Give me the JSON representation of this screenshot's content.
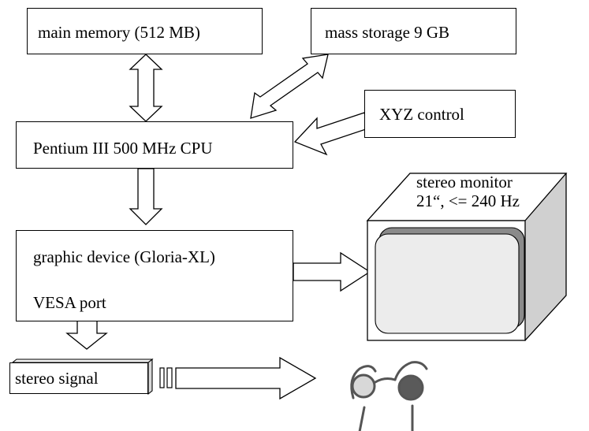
{
  "boxes": {
    "main_memory": "main memory (512 MB)",
    "mass_storage": "mass storage  9 GB",
    "xyz_control": "XYZ control",
    "cpu": "Pentium III 500 MHz CPU",
    "graphic_device": "graphic device (Gloria-XL)",
    "vesa_port": "VESA port",
    "stereo_signal": "stereo signal"
  },
  "monitor": {
    "line1": "stereo monitor",
    "line2": "21“, <= 240 Hz"
  },
  "colors": {
    "line": "#000000",
    "monitor_side": "#d0d0d0",
    "screen_frame": "#8a8a8a",
    "lens_left": "#d8d8d8",
    "lens_right": "#5a5a5a",
    "glasses_frame": "#555555"
  },
  "icons": [
    "monitor-icon",
    "stereo-glasses-icon"
  ]
}
